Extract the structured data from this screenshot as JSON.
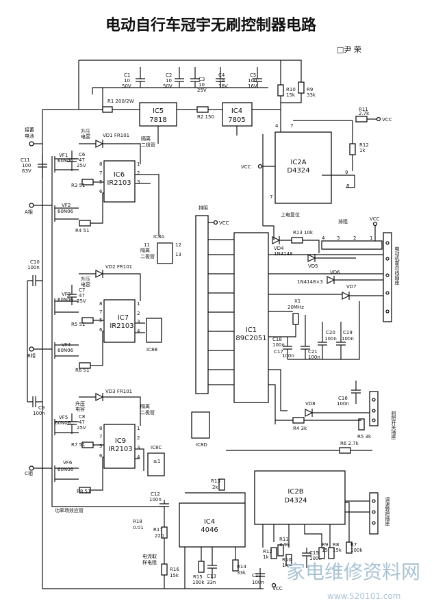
{
  "title": "电动自行车冠宇无刷控制器电路",
  "author": "□尹 荣",
  "power": {
    "c1": [
      "C1",
      "10",
      "50V"
    ],
    "c2": [
      "C2",
      "10",
      "50V"
    ],
    "c3": [
      "C3",
      "10",
      "25V"
    ],
    "c4": [
      "C4",
      "10",
      "16V"
    ],
    "c5": [
      "C5",
      "100",
      "16V"
    ],
    "r1": "R1 200/2W",
    "r2": "R2 150",
    "ic5": [
      "IC5",
      "7818"
    ],
    "ic4b": [
      "IC4",
      "7805"
    ],
    "r10": [
      "R10",
      "15k"
    ],
    "r9": [
      "R9",
      "33k"
    ],
    "battery_label": [
      "接蓄",
      "电池"
    ],
    "c11": [
      "C11",
      "100",
      "63V"
    ]
  },
  "drivers": {
    "boost_label": [
      "升压",
      "电容"
    ],
    "iso_label": [
      "隔离",
      "二极管"
    ],
    "vd1": "VD1 FR101",
    "vd2": "VD2 FR101",
    "vd3": "VD3 FR101",
    "c6": [
      "C6",
      "47",
      "25V"
    ],
    "c7": [
      "C7",
      "47",
      "25V"
    ],
    "c8": [
      "C8",
      "47",
      "25V"
    ],
    "ic6": [
      "IC6",
      "IR2103"
    ],
    "ic7": [
      "IC7",
      "IR2103"
    ],
    "ic9": [
      "IC9",
      "IR2103"
    ],
    "vf1": [
      "VF1",
      "60N06"
    ],
    "vf2": [
      "VF2",
      "60N06"
    ],
    "vf3": [
      "VF3",
      "60N06"
    ],
    "vf4": [
      "VF4",
      "60N06"
    ],
    "vf5": [
      "VF5",
      "60N06"
    ],
    "vf6": [
      "VF6",
      "60N06"
    ],
    "r3": "R3 51",
    "r4": "R4 51",
    "r5": "R5 51",
    "r6": "R6 51",
    "r7": "R7 51",
    "r8": "R8 51",
    "phase_a": "A相",
    "phase_b": "B相",
    "phase_c": "C相",
    "c10": [
      "C10",
      "100n"
    ],
    "c9": [
      "C9",
      "100n"
    ],
    "mosfet_label": "功率场效应管",
    "pins": [
      "8",
      "1",
      "2",
      "3",
      "4",
      "5",
      "6",
      "7"
    ]
  },
  "center": {
    "ic2a": [
      "IC2A",
      "D4324"
    ],
    "r11": [
      "R11",
      "2.7k"
    ],
    "r12": [
      "R12",
      "1k"
    ],
    "vcc": "VCC",
    "reset_label": "上电复位",
    "paizu1": "排阻",
    "paizu2": "排阻",
    "ic8a": "IC8A",
    "ic8b": "IC8B",
    "ic8c": "IC8C",
    "ic8d": "IC8D",
    "ic1": [
      "IC1",
      "89C2051"
    ],
    "r13": "R13 10k",
    "vd4": [
      "VD4",
      "1N4148"
    ],
    "vd5": "VD5",
    "vd6": "VD6",
    "vd7": "VD7",
    "vd_note": "1N4148×3",
    "x1": [
      "X1",
      "20MHz"
    ],
    "c18": [
      "C18",
      "100n"
    ],
    "c17": [
      "C17",
      "100n"
    ],
    "c21": [
      "C21",
      "100n"
    ],
    "c20": [
      "C20",
      "100n"
    ],
    "c19": [
      "C19",
      "100n"
    ],
    "c16": [
      "C16",
      "100n"
    ],
    "vd8": "VD8",
    "r4b": "R4 3k",
    "r5b": "R5 3k",
    "r6b": "R6 2.7k",
    "hall_label": "电动机霍尔线插座",
    "brake_label": "刹把开关插座",
    "throttle_label": "调速转把插座",
    "ge1": "≥1"
  },
  "bottom": {
    "ic4": [
      "IC4",
      "4046"
    ],
    "r13b": [
      "R13",
      "2k"
    ],
    "ic2b": [
      "IC2B",
      "D4324"
    ],
    "c12": [
      "C12",
      "100n"
    ],
    "r18": [
      "R18",
      "0.01"
    ],
    "r17": [
      "R17",
      "220"
    ],
    "r16": [
      "R16",
      "15k"
    ],
    "sense_label": [
      "电流取",
      "样电阻"
    ],
    "r15": [
      "R15",
      "100k"
    ],
    "c13": [
      "C13",
      "33n"
    ],
    "r14": [
      "R14",
      "33k"
    ],
    "c14": [
      "C14",
      "100n"
    ],
    "r12b": [
      "R12",
      "1k"
    ],
    "r11b": [
      "R11",
      "3.9k"
    ],
    "r10b": [
      "R10",
      "1k"
    ],
    "c15": [
      "C15",
      "100n"
    ],
    "r9b": [
      "R9",
      "15k"
    ],
    "r8b": [
      "R8",
      "15k"
    ],
    "r7b": [
      "R7",
      "100k"
    ],
    "vcc": "VCC"
  },
  "watermark": {
    "cn": "家电维修资料网",
    "url": "www.520101.com"
  }
}
